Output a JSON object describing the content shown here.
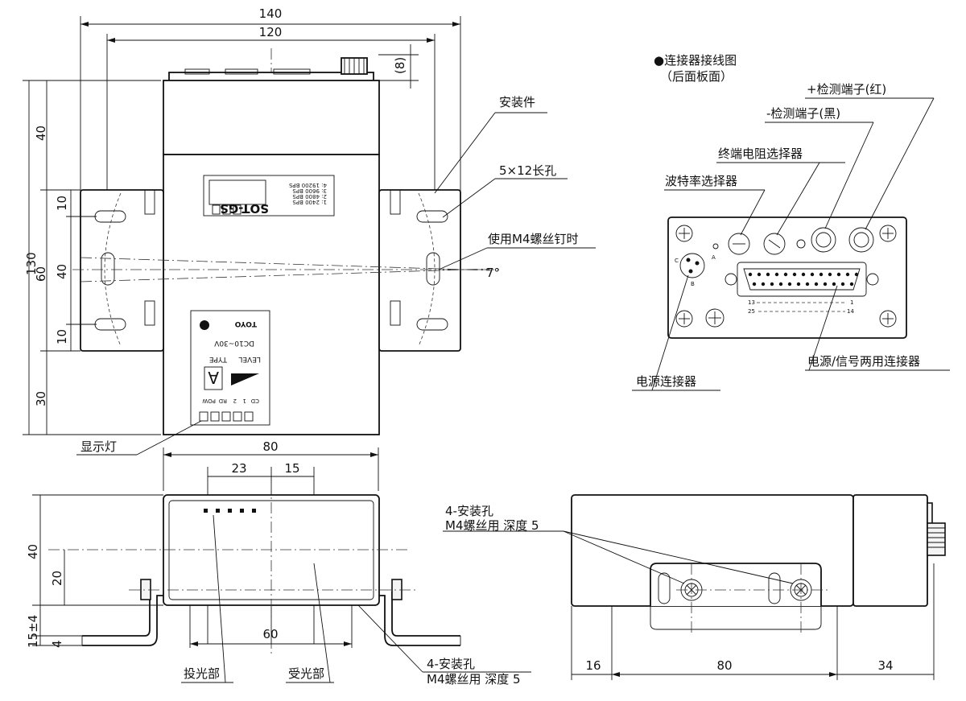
{
  "top_view": {
    "dim_overall": "140",
    "dim_bracket": "120",
    "dim_top": "(8)",
    "dim_v_130": "130",
    "dim_v_40": "40",
    "dim_v_60": "60",
    "dim_v_30": "30",
    "dim_v_10a": "10",
    "dim_v_40b": "40",
    "dim_v_10b": "10",
    "model_label": "SOT-GS",
    "brand": "TOYO",
    "voltage": "DC10~30V",
    "level": "LEVEL",
    "type": "TYPE",
    "type_letter": "A",
    "led_pow": "POW",
    "led_cd": "CD",
    "led_1": "1",
    "led_2": "2",
    "led_rd": "RD",
    "table_rows": [
      "1: 2400  BPS",
      "2: 4800  BPS",
      "3: 9600  BPS",
      "4: 19200 BPS"
    ],
    "angle": "7°"
  },
  "callouts": {
    "mount": "安装件",
    "slot": "5×12长孔",
    "m4_screw": "使用M4螺丝钉时",
    "indicator": "显示灯"
  },
  "rear_panel": {
    "title_line1": "●连接器接线图",
    "title_line2": "（后面板面）",
    "plus_terminal": "+检测端子(红)",
    "minus_terminal": "-检测端子(黑)",
    "term_res": "终端电阻选择器",
    "baud": "波特率选择器",
    "power_conn": "电源连接器",
    "signal_conn": "电源/信号两用连接器",
    "pin_13": "13",
    "pin_1": "1",
    "pin_25": "25",
    "pin_14": "14",
    "pin_a": "A",
    "pin_b": "B",
    "pin_c": "C"
  },
  "front_view": {
    "dim_80": "80",
    "dim_23": "23",
    "dim_15": "15",
    "dim_40": "40",
    "dim_20": "20",
    "dim_15pm4": "15±4",
    "dim_4": "4",
    "dim_60": "60",
    "emitter": "投光部",
    "receiver": "受光部",
    "hole_line1": "4-安装孔",
    "hole_line2": "M4螺丝用 深度 5"
  },
  "side_view": {
    "hole_line1": "4-安装孔",
    "hole_line2": "M4螺丝用 深度 5",
    "dim_16": "16",
    "dim_80": "80",
    "dim_34": "34"
  }
}
